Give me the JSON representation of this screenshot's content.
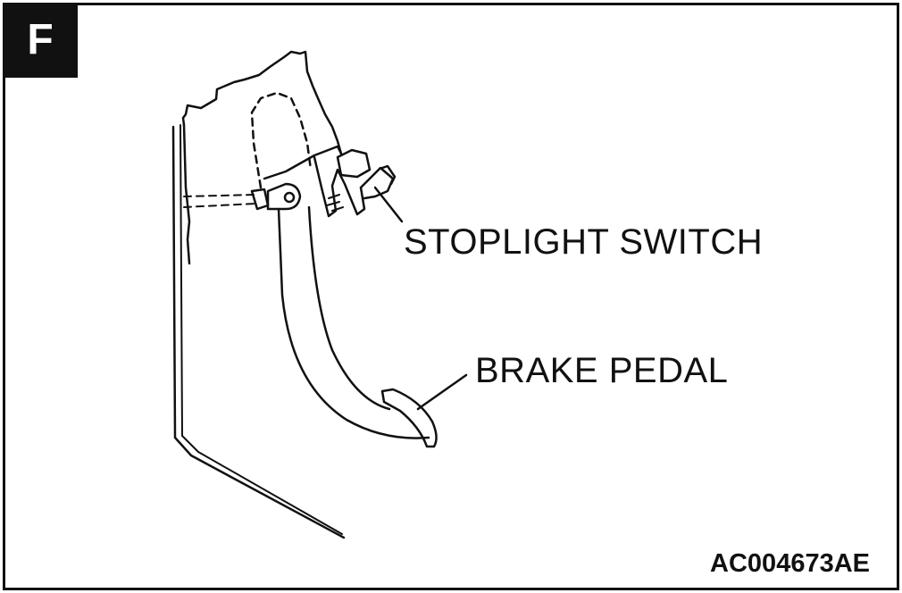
{
  "figure": {
    "section_letter": "F",
    "labels": {
      "stoplight_switch": "STOPLIGHT SWITCH",
      "brake_pedal": "BRAKE PEDAL"
    },
    "code": "AC004673AE"
  }
}
